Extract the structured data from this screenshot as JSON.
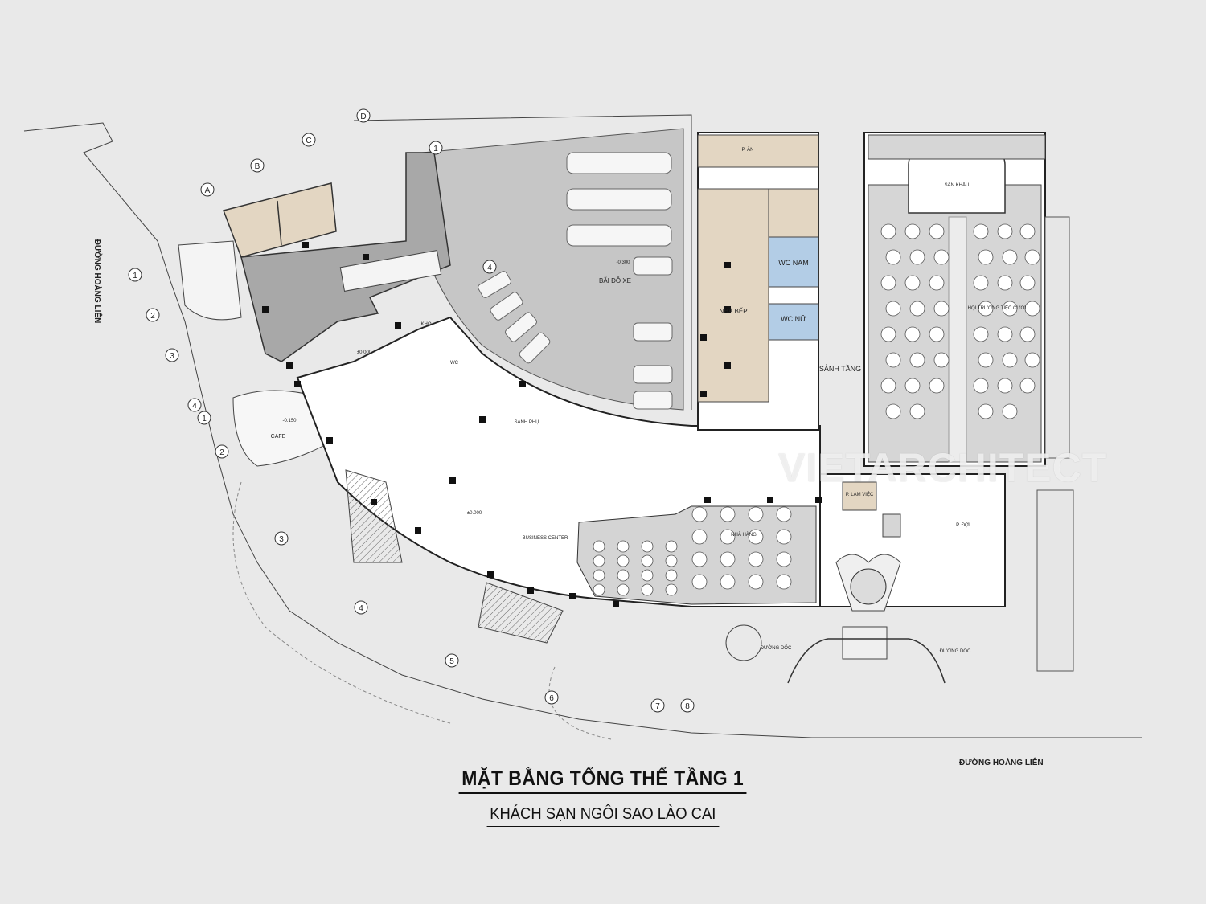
{
  "title": "MẶT BẰNG TỔNG THỂ TẦNG 1",
  "subtitle": "KHÁCH SẠN NGÔI SAO LÀO CAI",
  "watermark": "VIETARCHITECT",
  "roads": {
    "left": "ĐƯỜNG HOÀNG LIÊN",
    "bottom": "ĐƯỜNG HOÀNG LIÊN"
  },
  "rooms": {
    "wc_nam": "WC NAM",
    "wc_nu": "WC NỮ",
    "sanh_tang": "SẢNH TẦNG",
    "bai_do_xe": "BÃI ĐỖ XE",
    "nha_bep": "NHÀ BẾP",
    "hoi_truong": "HỘI TRƯỜNG TIỆC CƯỚI",
    "san_khau": "SÂN KHẤU",
    "nha_hang": "NHÀ HÀNG",
    "business_center": "BUSINESS CENTER",
    "sanh_phu": "SẢNH PHỤ",
    "cafe": "CAFE",
    "duong_doc_1": "ĐƯỜNG DỐC",
    "duong_doc_2": "ĐƯỜNG DỐC",
    "kho": "KHO",
    "wc": "WC",
    "p_an": "P. ĂN",
    "p_lam_viec": "P. LÀM VIỆC",
    "p_doi": "P. ĐỢI"
  },
  "levels": {
    "a": "-0.300",
    "b": "±0.000",
    "c": "-0.150",
    "d": "±0.000"
  },
  "axes": {
    "letters": [
      "A",
      "B",
      "C",
      "D"
    ],
    "numbers_right": [
      "1",
      "4"
    ],
    "numbers_left": [
      "1",
      "2",
      "3",
      "4"
    ],
    "numbers_arc": [
      "1",
      "2",
      "3",
      "4",
      "5",
      "6",
      "7",
      "8"
    ]
  }
}
